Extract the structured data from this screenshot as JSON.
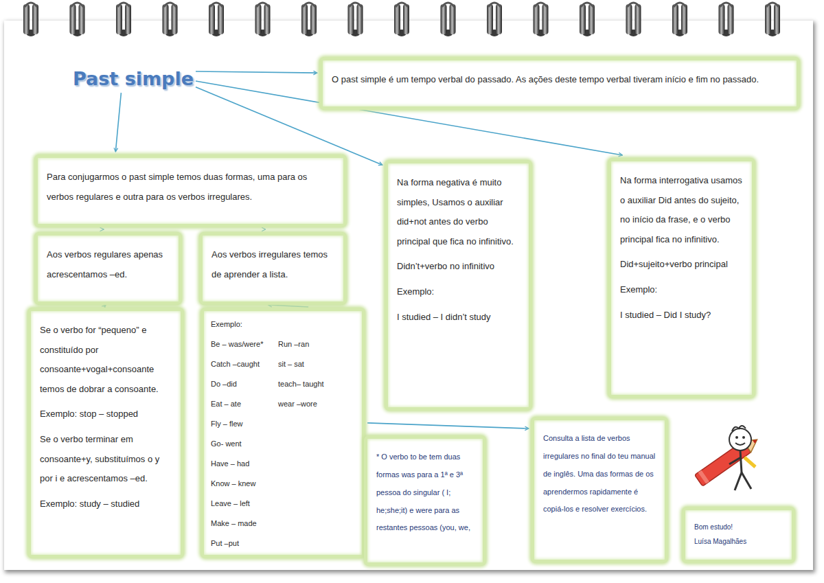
{
  "diagram": {
    "nodes": [
      {
        "text": [
          "Past simple"
        ]
      },
      {
        "text": [
          "O past  simple é um tempo verbal do passado. As ações deste tempo verbal tiveram início e fim no passado."
        ]
      },
      {
        "text": [
          "Para conjugarmos o past simple temos duas formas, uma para os verbos regulares e outra para os verbos irregulares."
        ]
      },
      {
        "text": [
          "Na forma negativa é muito simples,  Usamos o auxiliar did+not antes do verbo principal que fica no infinitivo.",
          "Didn’t+verbo no infinitivo",
          "Exemplo:",
          "I studied – I didn’t study"
        ]
      },
      {
        "text": [
          "Na forma interrogativa usamos o auxiliar Did antes do sujeito, no início da frase, e o verbo principal fica no infinitivo.",
          "Did+sujeito+verbo principal",
          "Exemplo:",
          "I studied – Did I study?"
        ]
      },
      {
        "text": [
          "Aos verbos regulares apenas acrescentamos –ed."
        ]
      },
      {
        "text": [
          "Aos verbos irregulares temos de aprender a lista."
        ]
      },
      {
        "text": [
          "Se o verbo for “pequeno” e constituído por consoante+vogal+consoante temos de dobrar a consoante.",
          "Exemplo: stop – stopped",
          "Se o verbo terminar em consoante+y, substituímos o y por i e acrescentamos –ed.",
          "Exemplo: study – studied"
        ]
      },
      {
        "text": [
          "Exemplo:",
          "Be – was/were*",
          "Catch –caught",
          "Do –did",
          "Eat – ate",
          "Fly – flew",
          "Go- went",
          "Have – had",
          "Know – knew",
          "Leave – left",
          "Make – made",
          "Put –put",
          "Run –ran",
          "sit – sat",
          "teach– taught",
          "wear –wore"
        ]
      },
      {
        "text": [
          "* O verbo to be tem duas formas  was para a 1ª e 3ª pessoa do singular ( I; he;she;it) e were para as restantes pessoas (you, we,"
        ]
      },
      {
        "text": [
          "Consulta a lista de verbos irregulares no final do teu manual de inglês. Uma das formas de os aprendermos rapidamente é copiá-los e resolver exercícios."
        ]
      },
      {
        "text": [
          "Bom estudo!",
          "Luísa Magalhães"
        ]
      }
    ],
    "edges": [
      {
        "from": 0,
        "to": 1,
        "arrow": "to"
      },
      {
        "from": 0,
        "to": 2,
        "arrow": "to"
      },
      {
        "from": 0,
        "to": 3,
        "arrow": "to"
      },
      {
        "from": 0,
        "to": 4,
        "arrow": "to"
      },
      {
        "from": 2,
        "to": 5,
        "arrow": "to"
      },
      {
        "from": 2,
        "to": 6,
        "arrow": "to"
      },
      {
        "from": 5,
        "to": 7,
        "arrow": "to"
      },
      {
        "from": 6,
        "to": 8,
        "arrow": "to"
      },
      {
        "from": 8,
        "to": 10,
        "arrow": "to"
      }
    ]
  }
}
